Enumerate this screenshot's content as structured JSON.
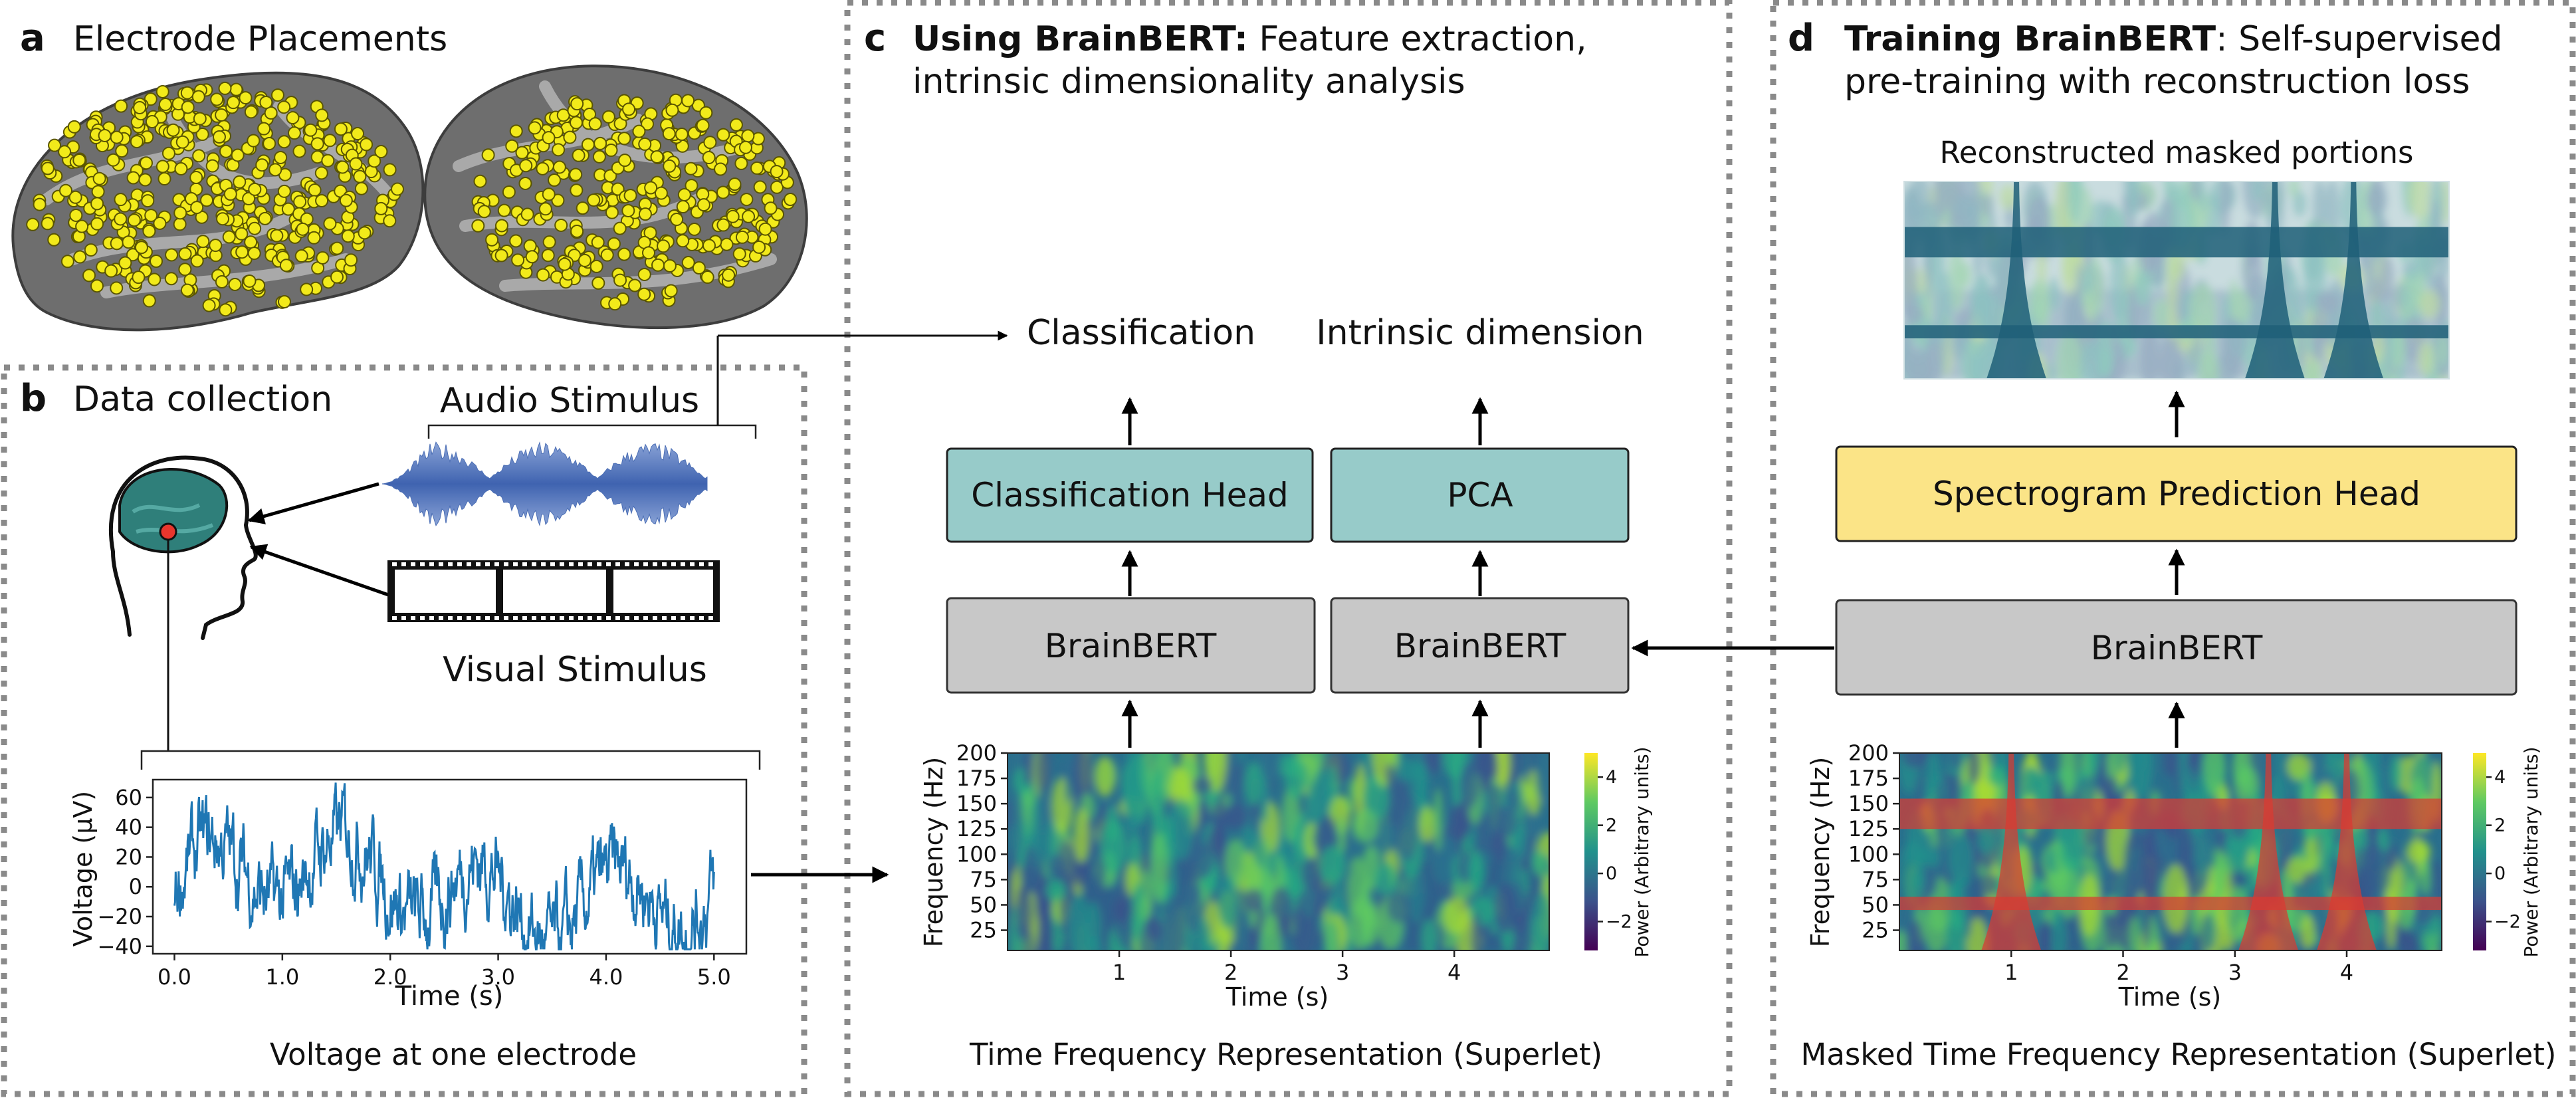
{
  "panels": {
    "a": {
      "letter": "a",
      "title": "Electrode Placements"
    },
    "b": {
      "letter": "b",
      "title": "Data collection",
      "audio_label": "Audio Stimulus",
      "visual_label": "Visual Stimulus",
      "voltage_caption": "Voltage at one electrode"
    },
    "c": {
      "letter": "c",
      "title_bold": "Using BrainBERT:",
      "title_rest": " Feature extraction,",
      "title_line2": "intrinsic dimensionality analysis",
      "classification": "Classification",
      "intrinsic": "Intrinsic dimension",
      "class_head": "Classification Head",
      "pca": "PCA",
      "brainbert_left": "BrainBERT",
      "brainbert_right": "BrainBERT",
      "caption": "Time Frequency Representation (Superlet)"
    },
    "d": {
      "letter": "d",
      "title_bold": "Training BrainBERT",
      "title_rest": ": Self-supervised",
      "title_line2": "pre-training with reconstruction loss",
      "recon_label": "Reconstructed masked portions",
      "spec_head": "Spectrogram Prediction Head",
      "brainbert": "BrainBERT",
      "caption": "Masked Time Frequency Representation (Superlet)"
    }
  },
  "colors": {
    "brainbert": "#c8c8c8",
    "teal_head": "#97cbc9",
    "yellow_head": "#fbe487",
    "voltage_line": "#1f77b4",
    "audio_wave": "#4c6fb5",
    "electrode": "#f2ea1a",
    "mask": "#d93a32"
  },
  "chart_data": [
    {
      "type": "line",
      "xlabel": "Time (s)",
      "ylabel": "Voltage (µV)",
      "xlim": [
        -0.2,
        5.3
      ],
      "ylim": [
        -45,
        72
      ],
      "xticks": [
        "0.0",
        "1.0",
        "2.0",
        "3.0",
        "4.0",
        "5.0"
      ],
      "yticks": [
        "−40",
        "−20",
        "0",
        "20",
        "40",
        "60"
      ],
      "series": [
        {
          "x_range": [
            0,
            5
          ],
          "y_min": -42,
          "y_max": 70
        }
      ]
    },
    {
      "type": "heatmap",
      "xlabel": "Time (s)",
      "ylabel": "Frequency (Hz)",
      "xticks": [
        "1",
        "2",
        "3",
        "4"
      ],
      "yticks": [
        "25",
        "50",
        "75",
        "100",
        "125",
        "150",
        "175",
        "200"
      ],
      "colorbar_label": "Power (Arbitrary units)",
      "colorbar_ticks": [
        "4",
        "2",
        "0",
        "−2"
      ]
    },
    {
      "type": "heatmap",
      "xlabel": "Time (s)",
      "ylabel": "Frequency (Hz)",
      "xticks": [
        "1",
        "2",
        "3",
        "4"
      ],
      "yticks": [
        "25",
        "50",
        "75",
        "100",
        "125",
        "150",
        "175",
        "200"
      ],
      "colorbar_label": "Power (Arbitrary units)",
      "colorbar_ticks": [
        "4",
        "2",
        "0",
        "−2"
      ],
      "masked_freq_bands_hz": [
        [
          125,
          155
        ],
        [
          45,
          58
        ]
      ],
      "masked_times_s": [
        1.0,
        3.3,
        4.0
      ]
    }
  ]
}
